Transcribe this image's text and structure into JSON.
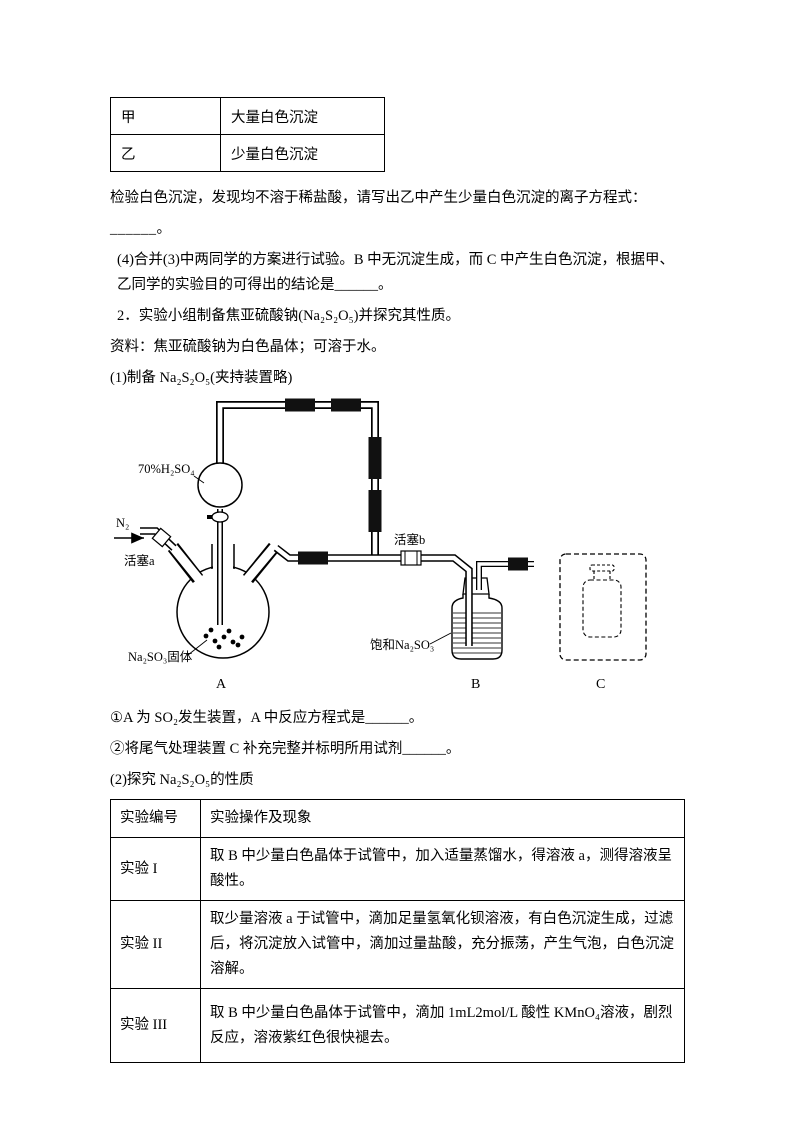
{
  "table1": {
    "rows": [
      {
        "name": "甲",
        "result": "大量白色沉淀"
      },
      {
        "name": "乙",
        "result": "少量白色沉淀"
      }
    ]
  },
  "paras": {
    "check": "检验白色沉淀，发现均不溶于稀盐酸，请写出乙中产生少量白色沉淀的离子方程式：",
    "check_blank": "______。",
    "q4": "(4)合并(3)中两同学的方案进行试验。B 中无沉淀生成，而 C 中产生白色沉淀，根据甲、乙同学的实验目的可得出的结论是______。",
    "q2_title": "2．实验小组制备焦亚硫酸钠(Na₂S₂O₅)并探究其性质。",
    "q2_info": "资料：焦亚硫酸钠为白色晶体；可溶于水。",
    "q2_part1": "(1)制备 Na₂S₂O₅(夹持装置略)",
    "sub1": "①A 为 SO₂发生装置，A 中反应方程式是______。",
    "sub2": "②将尾气处理装置 C 补充完整并标明所用试剂______。",
    "part2": "(2)探究 Na₂S₂O₅的性质"
  },
  "diagram": {
    "acid_label": "70%H₂SO₄",
    "n2_label": "N₂",
    "valve_a_label": "活塞a",
    "valve_b_label": "活塞b",
    "solid_label": "Na₂SO₃固体",
    "solution_label": "饱和Na₂SO₃",
    "apparatus_a_label": "A",
    "apparatus_b_label": "B",
    "apparatus_c_label": "C"
  },
  "table2": {
    "headers": [
      "实验编号",
      "实验操作及现象"
    ],
    "rows": [
      {
        "id": "实验 I",
        "desc": "取 B 中少量白色晶体于试管中，加入适量蒸馏水，得溶液 a，测得溶液呈酸性。"
      },
      {
        "id": "实验 II",
        "desc": "取少量溶液 a 于试管中，滴加足量氢氧化钡溶液，有白色沉淀生成，过滤后，将沉淀放入试管中，滴加过量盐酸，充分振荡，产生气泡，白色沉淀溶解。"
      },
      {
        "id": "实验 III",
        "desc": "取 B 中少量白色晶体于试管中，滴加 1mL2mol/L 酸性 KMnO₄溶液，剧烈反应，溶液紫红色很快褪去。"
      }
    ]
  }
}
